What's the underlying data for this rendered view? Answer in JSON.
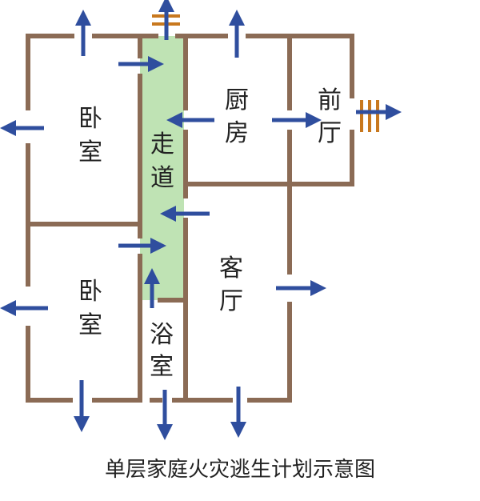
{
  "title": "单层家庭火灾逃生计划示意图",
  "rooms": {
    "bedroom_top": [
      "卧",
      "室"
    ],
    "corridor": [
      "走",
      "道"
    ],
    "kitchen": [
      "厨",
      "房"
    ],
    "front_hall": [
      "前",
      "厅"
    ],
    "bedroom_bottom": [
      "卧",
      "室"
    ],
    "bathroom": [
      "浴",
      "室"
    ],
    "living_room": [
      "客",
      "厅"
    ]
  },
  "colors": {
    "wall": "#8B6B55",
    "corridor": "#BFE3B4",
    "arrow": "#2F4E9E",
    "exit_marker": "#C8781E",
    "text": "#222222"
  }
}
